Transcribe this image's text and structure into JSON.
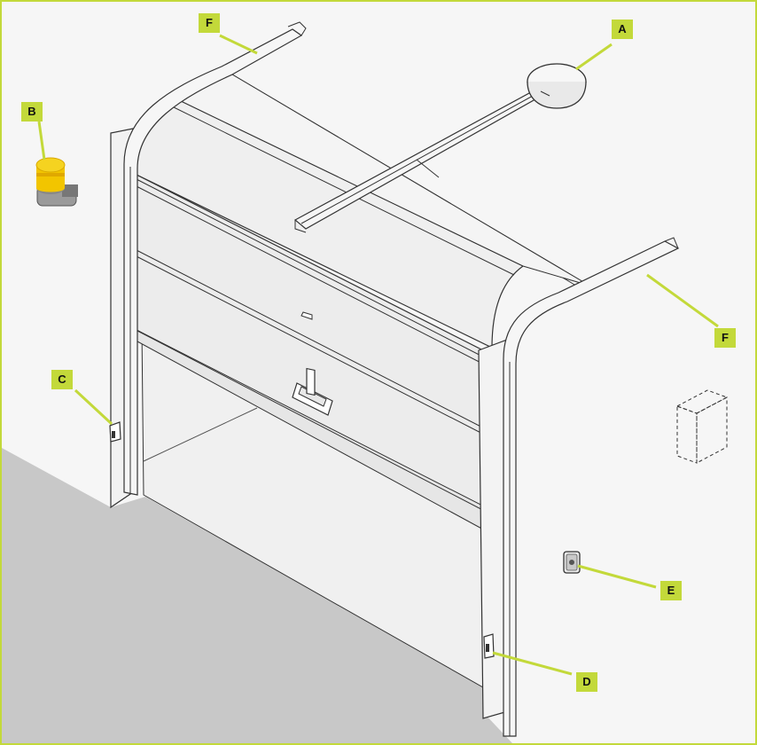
{
  "accent_color": "#c3d93a",
  "wall_color": "#f6f6f6",
  "floor_color": "#c8c8c8",
  "door_color": "#ededed",
  "labels": {
    "A": "A",
    "B": "B",
    "C": "C",
    "D": "D",
    "E": "E",
    "F_top": "F",
    "F_right": "F"
  },
  "components": [
    {
      "id": "A",
      "icon": "gearmotor-icon"
    },
    {
      "id": "B",
      "icon": "flashing-light-icon"
    },
    {
      "id": "C",
      "icon": "photocell-icon"
    },
    {
      "id": "D",
      "icon": "photocell-icon"
    },
    {
      "id": "E",
      "icon": "key-selector-icon"
    },
    {
      "id": "F",
      "icon": "guide-rail-icon"
    }
  ]
}
